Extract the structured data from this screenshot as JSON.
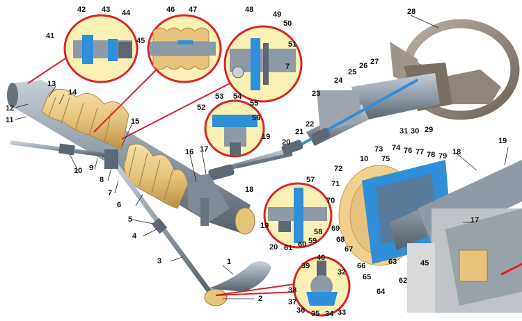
{
  "callouts": [
    {
      "id": "c1",
      "text": "1"
    },
    {
      "id": "c2",
      "text": "2"
    },
    {
      "id": "c3",
      "text": "3"
    },
    {
      "id": "c4",
      "text": "4"
    },
    {
      "id": "c5",
      "text": "5"
    },
    {
      "id": "c6",
      "text": "6"
    },
    {
      "id": "c7",
      "text": "7"
    },
    {
      "id": "c7b",
      "text": "7"
    },
    {
      "id": "c8",
      "text": "8"
    },
    {
      "id": "c9",
      "text": "9"
    },
    {
      "id": "c10",
      "text": "10"
    },
    {
      "id": "c10b",
      "text": "10"
    },
    {
      "id": "c11",
      "text": "11"
    },
    {
      "id": "c12",
      "text": "12"
    },
    {
      "id": "c13",
      "text": "13"
    },
    {
      "id": "c14",
      "text": "14"
    },
    {
      "id": "c15",
      "text": "15"
    },
    {
      "id": "c16",
      "text": "16"
    },
    {
      "id": "c17",
      "text": "17"
    },
    {
      "id": "c17b",
      "text": "17"
    },
    {
      "id": "c18",
      "text": "18"
    },
    {
      "id": "c18b",
      "text": "18"
    },
    {
      "id": "c19",
      "text": "19"
    },
    {
      "id": "c19b",
      "text": "19"
    },
    {
      "id": "c19c",
      "text": "19"
    },
    {
      "id": "c20",
      "text": "20"
    },
    {
      "id": "c20b",
      "text": "20"
    },
    {
      "id": "c21",
      "text": "21"
    },
    {
      "id": "c22",
      "text": "22"
    },
    {
      "id": "c23",
      "text": "23"
    },
    {
      "id": "c24",
      "text": "24"
    },
    {
      "id": "c25",
      "text": "25"
    },
    {
      "id": "c26",
      "text": "26"
    },
    {
      "id": "c27",
      "text": "27"
    },
    {
      "id": "c28",
      "text": "28"
    },
    {
      "id": "c29",
      "text": "29"
    },
    {
      "id": "c30",
      "text": "30"
    },
    {
      "id": "c31",
      "text": "31"
    },
    {
      "id": "c32",
      "text": "32"
    },
    {
      "id": "c33",
      "text": "33"
    },
    {
      "id": "c34",
      "text": "34"
    },
    {
      "id": "c35",
      "text": "35"
    },
    {
      "id": "c36",
      "text": "36"
    },
    {
      "id": "c37",
      "text": "37"
    },
    {
      "id": "c38",
      "text": "38"
    },
    {
      "id": "c39",
      "text": "39"
    },
    {
      "id": "c40",
      "text": "40"
    },
    {
      "id": "c41",
      "text": "41"
    },
    {
      "id": "c42",
      "text": "42"
    },
    {
      "id": "c43",
      "text": "43"
    },
    {
      "id": "c44",
      "text": "44"
    },
    {
      "id": "c45",
      "text": "45"
    },
    {
      "id": "c45b",
      "text": "45"
    },
    {
      "id": "c46",
      "text": "46"
    },
    {
      "id": "c47",
      "text": "47"
    },
    {
      "id": "c48",
      "text": "48"
    },
    {
      "id": "c49",
      "text": "49"
    },
    {
      "id": "c50",
      "text": "50"
    },
    {
      "id": "c51",
      "text": "51"
    },
    {
      "id": "c52",
      "text": "52"
    },
    {
      "id": "c53",
      "text": "53"
    },
    {
      "id": "c54",
      "text": "54"
    },
    {
      "id": "c55",
      "text": "55"
    },
    {
      "id": "c56",
      "text": "56"
    },
    {
      "id": "c57",
      "text": "57"
    },
    {
      "id": "c58",
      "text": "58"
    },
    {
      "id": "c59",
      "text": "59"
    },
    {
      "id": "c60",
      "text": "60"
    },
    {
      "id": "c61",
      "text": "61"
    },
    {
      "id": "c62",
      "text": "62"
    },
    {
      "id": "c63",
      "text": "63"
    },
    {
      "id": "c64",
      "text": "64"
    },
    {
      "id": "c65",
      "text": "65"
    },
    {
      "id": "c66",
      "text": "66"
    },
    {
      "id": "c67",
      "text": "67"
    },
    {
      "id": "c68",
      "text": "68"
    },
    {
      "id": "c69",
      "text": "69"
    },
    {
      "id": "c70",
      "text": "70"
    },
    {
      "id": "c71",
      "text": "71"
    },
    {
      "id": "c72",
      "text": "72"
    },
    {
      "id": "c73",
      "text": "73"
    },
    {
      "id": "c74",
      "text": "74"
    },
    {
      "id": "c75",
      "text": "75"
    },
    {
      "id": "c76",
      "text": "76"
    },
    {
      "id": "c77",
      "text": "77"
    },
    {
      "id": "c78",
      "text": "78"
    },
    {
      "id": "c79",
      "text": "79"
    }
  ],
  "colors": {
    "boot": "#e6c47c",
    "metal": "#8e9aa6",
    "metal_dark": "#5d6873",
    "blue": "#2f8fd8",
    "inset_bg": "#fbf1b4",
    "red": "#d9232a",
    "wheel": "#9a8f84",
    "column": "#b5b9bd"
  }
}
